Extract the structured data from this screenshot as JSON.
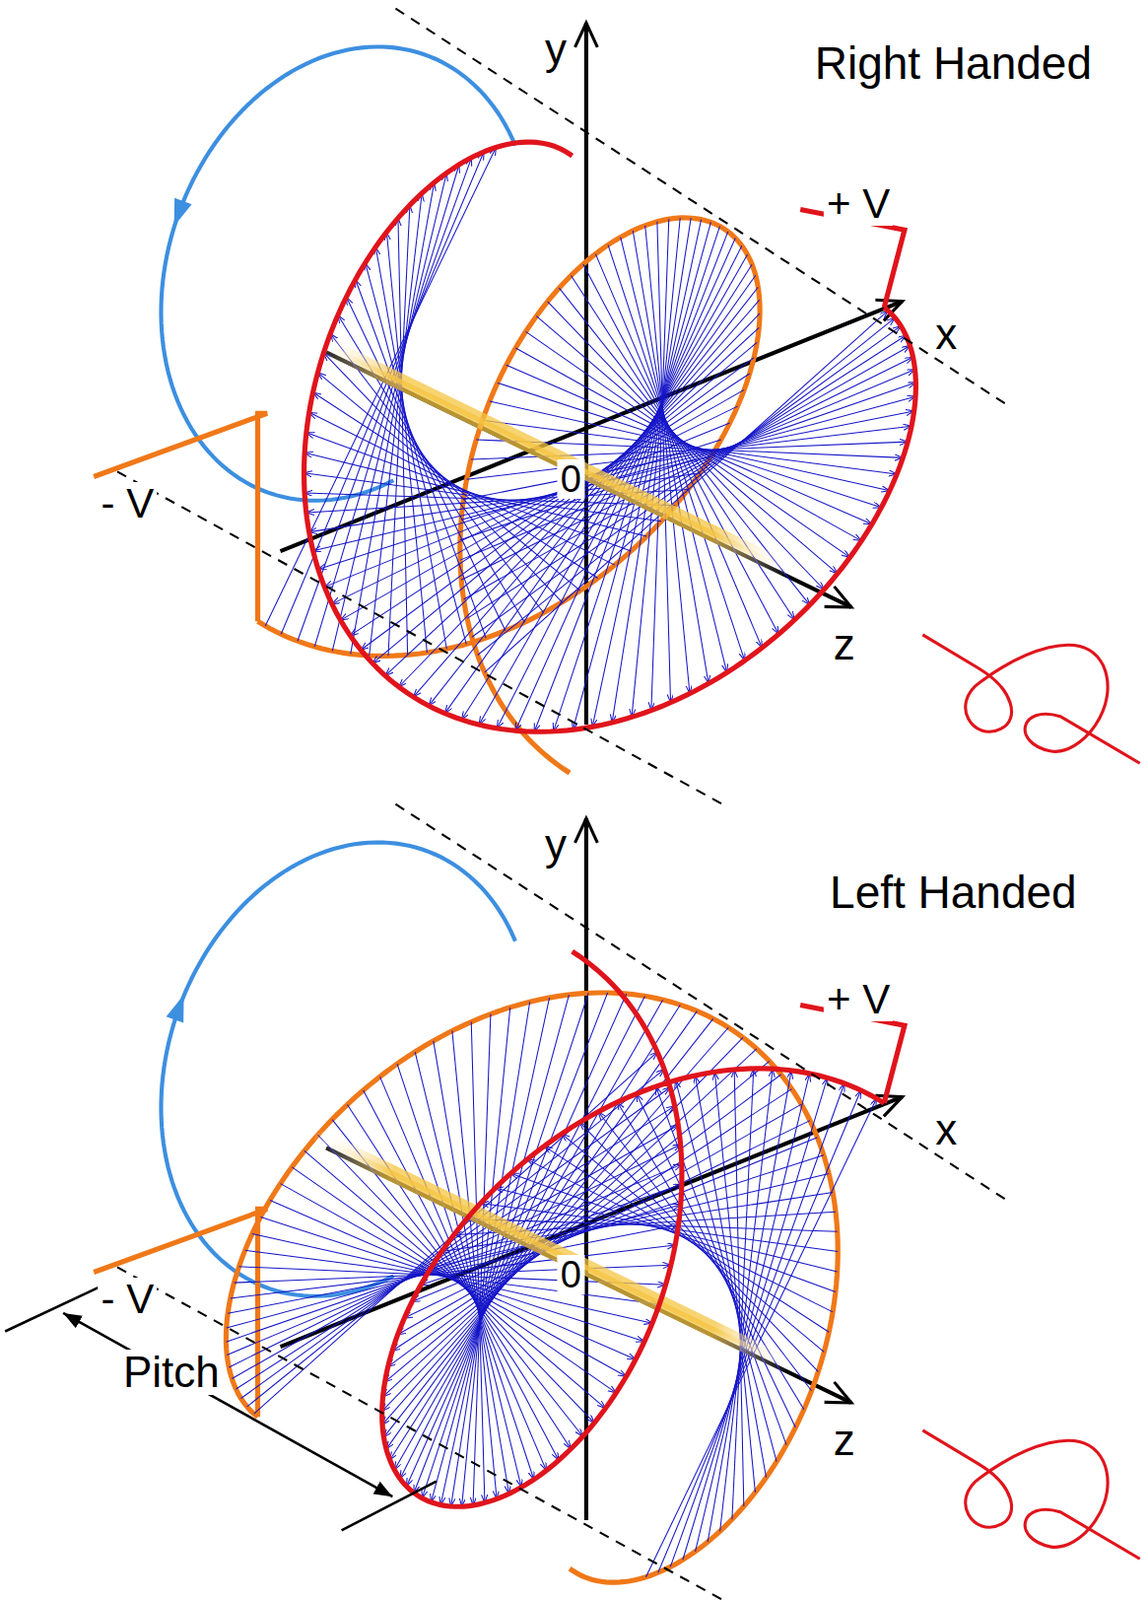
{
  "diagram": {
    "labels": [
      "y",
      "Right Handed",
      "+ V",
      "x",
      "- V",
      "0",
      "z",
      "y",
      "Left Handed",
      "+ V",
      "x",
      "- V",
      "0",
      "Pitch",
      "z"
    ]
  }
}
